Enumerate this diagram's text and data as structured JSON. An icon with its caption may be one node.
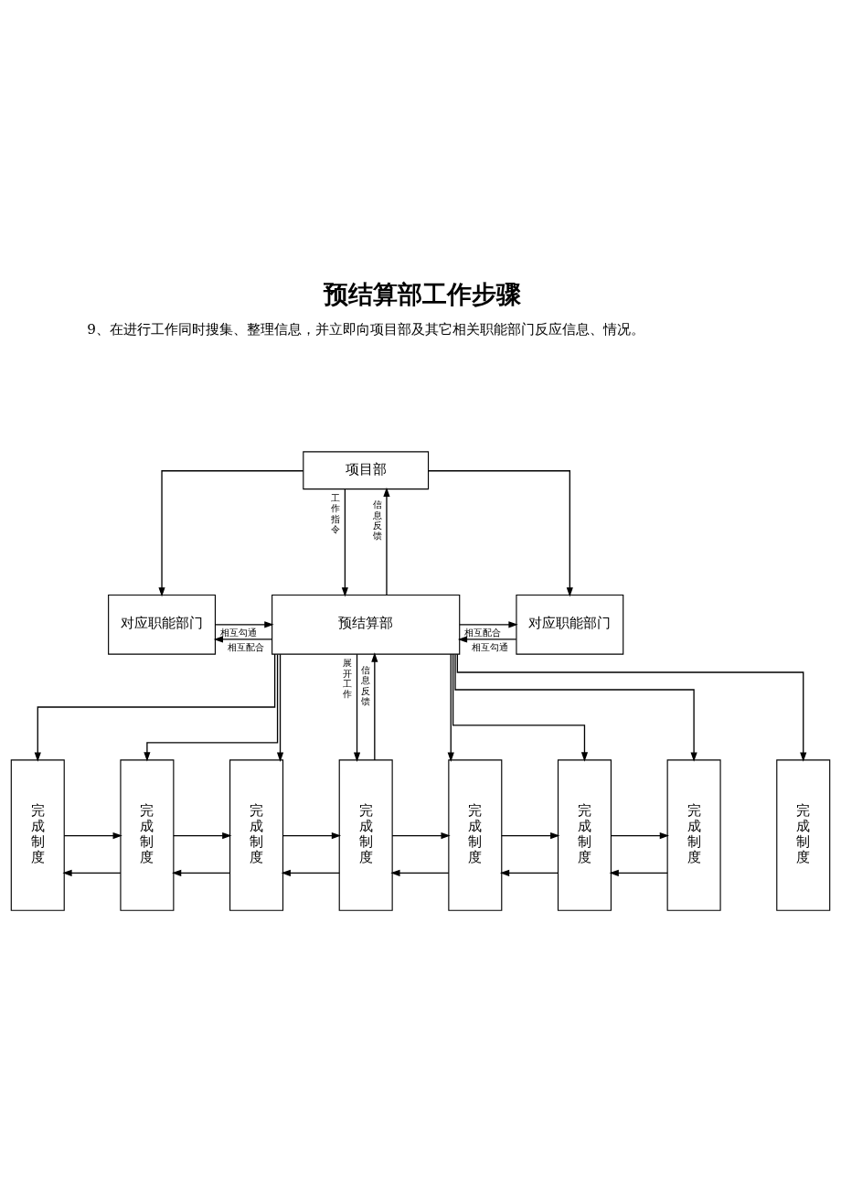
{
  "diagram": {
    "title": "预结算部工作步骤",
    "nodes": [
      {
        "text": [
          "项目部"
        ]
      },
      {
        "text": [
          "对应职能部门"
        ]
      },
      {
        "text": [
          "预结算部"
        ]
      },
      {
        "text": [
          "对应职能部门"
        ]
      },
      {
        "text": [
          "完成制度"
        ]
      },
      {
        "text": [
          "完成制度"
        ]
      },
      {
        "text": [
          "完成制度"
        ]
      },
      {
        "text": [
          "完成制度"
        ]
      },
      {
        "text": [
          "完成制度"
        ]
      },
      {
        "text": [
          "完成制度"
        ]
      },
      {
        "text": [
          "完成制度"
        ]
      },
      {
        "text": [
          "完成制度"
        ]
      }
    ],
    "edges": [
      {
        "from": 0,
        "to": 2,
        "arrow": "to",
        "label": "工作指令"
      },
      {
        "from": 2,
        "to": 0,
        "arrow": "to",
        "label": "信息反馈"
      },
      {
        "from": 0,
        "to": 1,
        "arrow": "to"
      },
      {
        "from": 0,
        "to": 3,
        "arrow": "to"
      },
      {
        "from": 2,
        "to": 1,
        "arrow": "to",
        "label": "相互配合"
      },
      {
        "from": 1,
        "to": 2,
        "arrow": "to",
        "label": "相互勾通"
      },
      {
        "from": 2,
        "to": 3,
        "arrow": "to",
        "label": "相互配合"
      },
      {
        "from": 3,
        "to": 2,
        "arrow": "to",
        "label": "相互勾通"
      },
      {
        "from": 2,
        "to": 4,
        "arrow": "to"
      },
      {
        "from": 2,
        "to": 5,
        "arrow": "to"
      },
      {
        "from": 2,
        "to": 6,
        "arrow": "to"
      },
      {
        "from": 2,
        "to": 7,
        "arrow": "to",
        "label": "展开工作"
      },
      {
        "from": 7,
        "to": 2,
        "arrow": "to",
        "label": "信息反馈"
      },
      {
        "from": 2,
        "to": 8,
        "arrow": "to"
      },
      {
        "from": 2,
        "to": 9,
        "arrow": "to"
      },
      {
        "from": 2,
        "to": 10,
        "arrow": "to"
      },
      {
        "from": 2,
        "to": 11,
        "arrow": "to"
      },
      {
        "from": 4,
        "to": 5,
        "arrow": "to"
      },
      {
        "from": 5,
        "to": 4,
        "arrow": "to"
      },
      {
        "from": 5,
        "to": 6,
        "arrow": "to"
      },
      {
        "from": 6,
        "to": 5,
        "arrow": "to"
      },
      {
        "from": 6,
        "to": 7,
        "arrow": "to"
      },
      {
        "from": 7,
        "to": 6,
        "arrow": "to"
      },
      {
        "from": 7,
        "to": 8,
        "arrow": "to"
      },
      {
        "from": 8,
        "to": 7,
        "arrow": "to"
      },
      {
        "from": 8,
        "to": 9,
        "arrow": "to"
      },
      {
        "from": 9,
        "to": 8,
        "arrow": "to"
      },
      {
        "from": 9,
        "to": 10,
        "arrow": "to"
      },
      {
        "from": 10,
        "to": 9,
        "arrow": "to"
      }
    ],
    "labels": [
      "9、在进行工作同时搜集、整理信息，并立即向项目部及其它相关职能部门反应信息、情况。"
    ]
  }
}
